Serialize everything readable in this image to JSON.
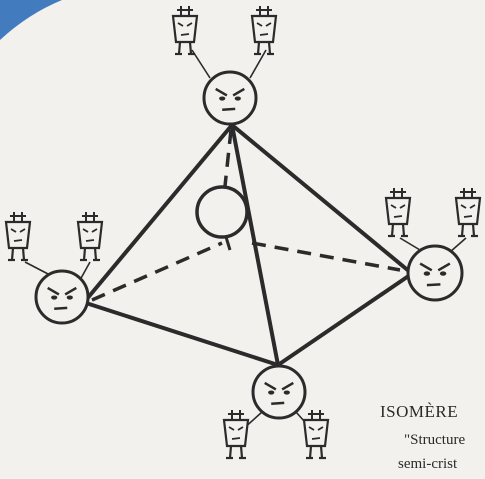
{
  "colors": {
    "ink": "#2b2b2b",
    "paper": "#f2f1ee",
    "corner_accent": "#2f6fb8"
  },
  "diagram": {
    "subject": "tetrahedron with faces at each vertex and two small cartoon figures per vertex",
    "vertex_count": 4,
    "figures_per_vertex": 2,
    "icon": "angry-face-icon"
  },
  "caption": {
    "title": "ISOMÈRE",
    "line1": "\"Structure",
    "line2": "semi-crist"
  }
}
